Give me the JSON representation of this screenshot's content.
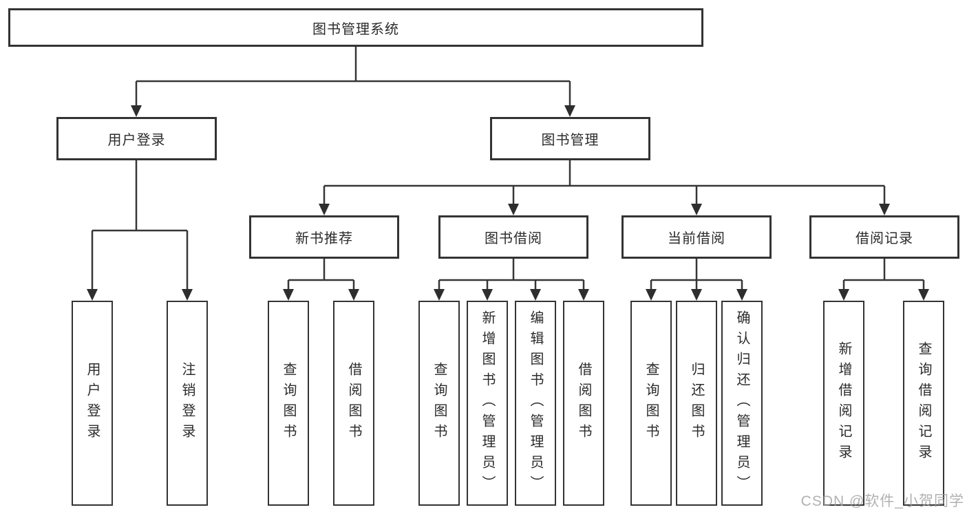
{
  "tree": {
    "root": {
      "label": "图书管理系统",
      "children": [
        {
          "label": "用户登录",
          "children": [
            {
              "label": "用户登录"
            },
            {
              "label": "注销登录"
            }
          ]
        },
        {
          "label": "图书管理",
          "children": [
            {
              "label": "新书推荐",
              "children": [
                {
                  "label": "查询图书"
                },
                {
                  "label": "借阅图书"
                }
              ]
            },
            {
              "label": "图书借阅",
              "children": [
                {
                  "label": "查询图书"
                },
                {
                  "label": "新增图书（管理员）"
                },
                {
                  "label": "编辑图书（管理员）"
                },
                {
                  "label": "借阅图书"
                }
              ]
            },
            {
              "label": "当前借阅",
              "children": [
                {
                  "label": "查询图书"
                },
                {
                  "label": "归还图书"
                },
                {
                  "label": "确认归还（管理员）"
                }
              ]
            },
            {
              "label": "借阅记录",
              "children": [
                {
                  "label": "新增借阅记录"
                },
                {
                  "label": "查询借阅记录"
                }
              ]
            }
          ]
        }
      ]
    }
  },
  "appearance": {
    "line_color": "#363636",
    "box_border_color": "#333333",
    "box_fill_color": "#ffffff",
    "text_color": "#2b2b2b",
    "watermark_color": "#9e9e9e"
  },
  "watermark": {
    "text": "CSDN @软件_小贺同学"
  }
}
